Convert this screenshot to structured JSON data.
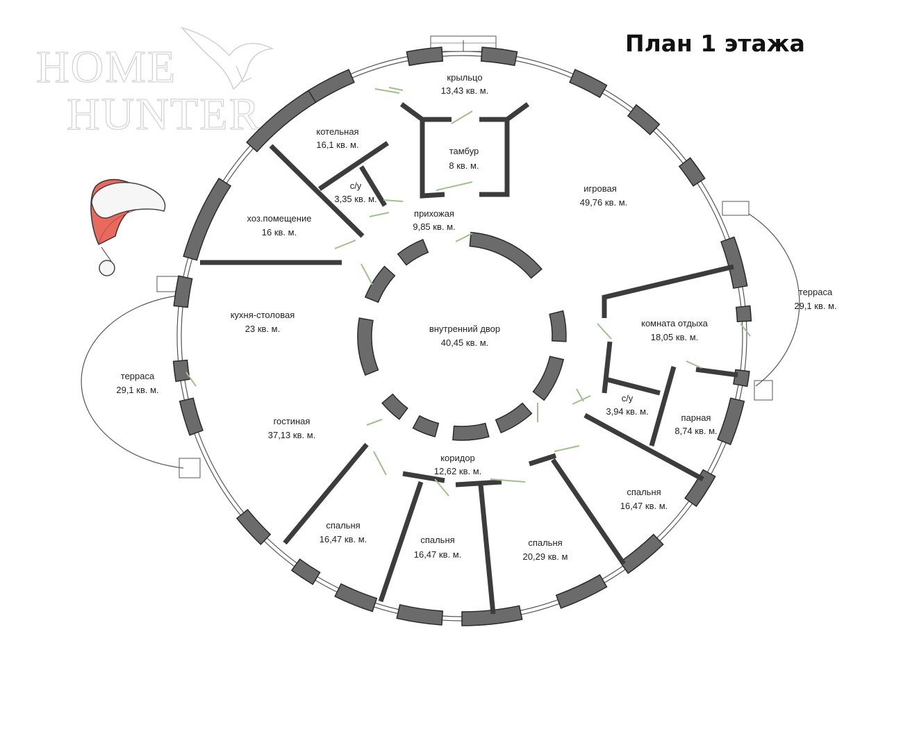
{
  "title": "План 1 этажа",
  "watermark": {
    "line1": "HOME",
    "line2": "HUNTER"
  },
  "icons": [
    "santa-hat-icon",
    "eagle-logo-icon"
  ],
  "colors": {
    "wall": "#6b6b6b",
    "wall_outline": "#2a2a2a",
    "hat_red": "#e8695e",
    "text": "#222222"
  },
  "rooms": {
    "porch": {
      "name": "крыльцо",
      "area": "13,43 кв. м."
    },
    "boiler": {
      "name": "котельная",
      "area": "16,1 кв. м."
    },
    "vestibule": {
      "name": "тамбур",
      "area": "8 кв. м."
    },
    "wc1": {
      "name": "с/у",
      "area": "3,35 кв. м."
    },
    "hall": {
      "name": "прихожая",
      "area": "9,85 кв. м."
    },
    "game": {
      "name": "игровая",
      "area": "49,76 кв. м."
    },
    "utility": {
      "name": "хоз.помещение",
      "area": "16 кв. м."
    },
    "terrace_r": {
      "name": "терраса",
      "area": "29,1 кв. м."
    },
    "kitchen": {
      "name": "кухня-столовая",
      "area": "23 кв. м."
    },
    "courtyard": {
      "name": "внутренний двор",
      "area": "40,45 кв. м."
    },
    "lounge": {
      "name": "комната отдыха",
      "area": "18,05 кв. м."
    },
    "terrace_l": {
      "name": "терраса",
      "area": "29,1 кв. м."
    },
    "wc2": {
      "name": "с/у",
      "area": "3,94 кв. м."
    },
    "sauna": {
      "name": "парная",
      "area": "8,74 кв. м."
    },
    "living": {
      "name": "гостиная",
      "area": "37,13 кв. м."
    },
    "corridor": {
      "name": "коридор",
      "area": "12,62 кв. м."
    },
    "bed1": {
      "name": "спальня",
      "area": "16,47 кв. м."
    },
    "bed2": {
      "name": "спальня",
      "area": "16,47 кв. м."
    },
    "bed3": {
      "name": "спальня",
      "area": "16,47 кв. м."
    },
    "bed4": {
      "name": "спальня",
      "area": "20,29 кв. м"
    }
  }
}
